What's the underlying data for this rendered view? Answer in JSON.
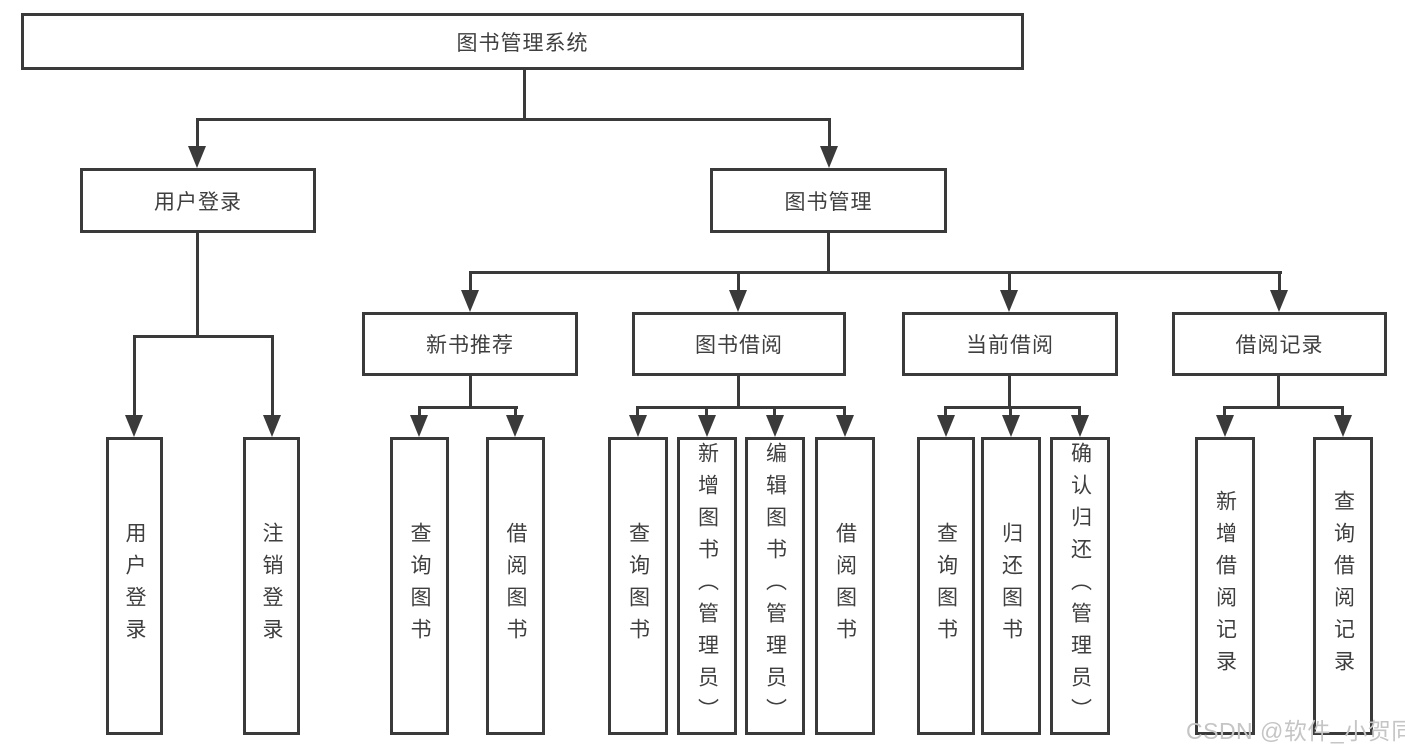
{
  "colors": {
    "background": "#ffffff",
    "line": "#3a3a3a",
    "text": "#3f3f3f",
    "watermark": "#c5c5c5"
  },
  "tree": {
    "label": "图书管理系统",
    "children": [
      {
        "label": "用户登录",
        "children": [
          {
            "label": "用户登录"
          },
          {
            "label": "注销登录"
          }
        ]
      },
      {
        "label": "图书管理",
        "children": [
          {
            "label": "新书推荐",
            "children": [
              {
                "label": "查询图书"
              },
              {
                "label": "借阅图书"
              }
            ]
          },
          {
            "label": "图书借阅",
            "children": [
              {
                "label": "查询图书"
              },
              {
                "label": "新增图书（管理员）"
              },
              {
                "label": "编辑图书（管理员）"
              },
              {
                "label": "借阅图书"
              }
            ]
          },
          {
            "label": "当前借阅",
            "children": [
              {
                "label": "查询图书"
              },
              {
                "label": "归还图书"
              },
              {
                "label": "确认归还（管理员）"
              }
            ]
          },
          {
            "label": "借阅记录",
            "children": [
              {
                "label": "新增借阅记录"
              },
              {
                "label": "查询借阅记录"
              }
            ]
          }
        ]
      }
    ]
  },
  "watermark": {
    "text": "CSDN @软件_小贺同学"
  }
}
